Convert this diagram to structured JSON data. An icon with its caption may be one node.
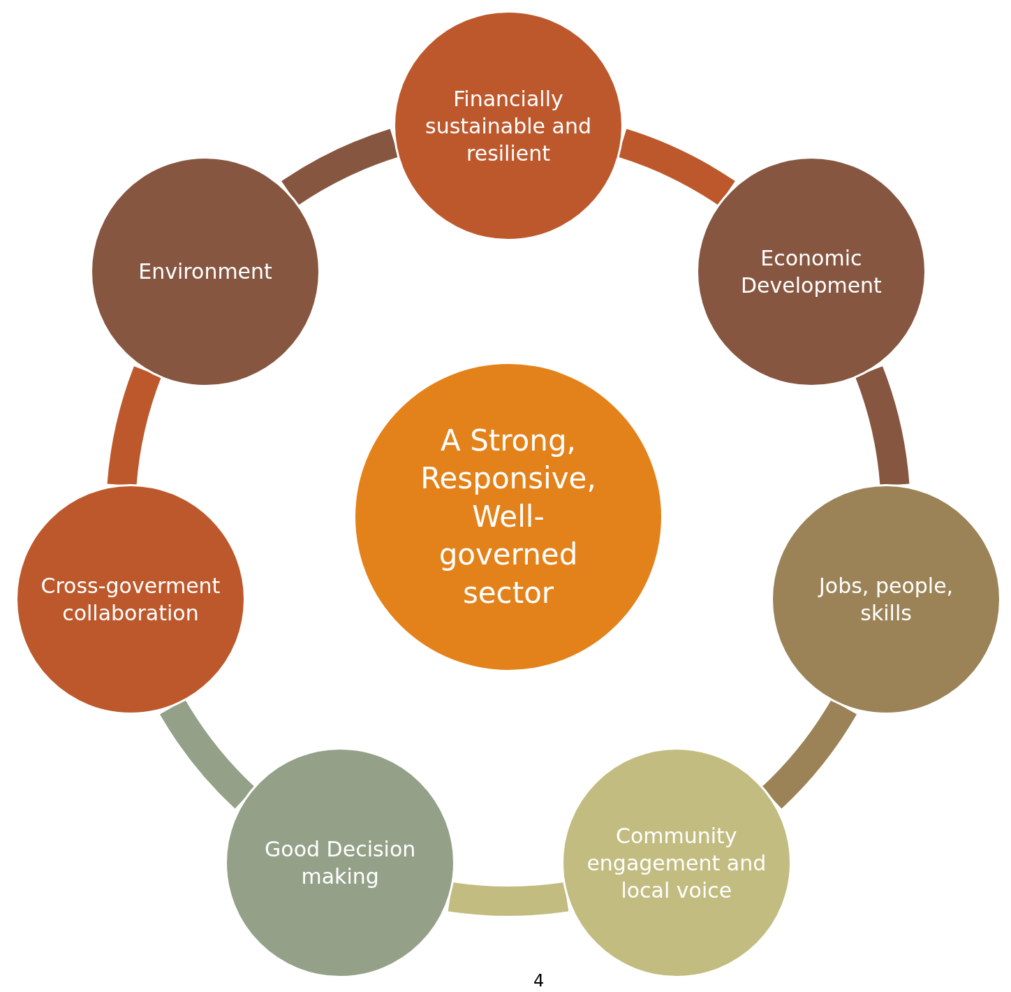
{
  "diagram": {
    "nodes": [
      {
        "text": [
          "Financially sustainable and resilient"
        ]
      },
      {
        "text": [
          "Economic Development"
        ]
      },
      {
        "text": [
          "Jobs, people, skills"
        ]
      },
      {
        "text": [
          "Community engagement and local voice"
        ]
      },
      {
        "text": [
          "Good Decision making"
        ]
      },
      {
        "text": [
          "Cross-goverment collaboration"
        ]
      },
      {
        "text": [
          "Environment"
        ]
      },
      {
        "text": [
          "A Strong, Responsive, Well-governed sector"
        ]
      }
    ],
    "edges": [
      {
        "from": 0,
        "to": 1,
        "arrow": "none",
        "color": "#bd582c"
      },
      {
        "from": 1,
        "to": 2,
        "arrow": "none",
        "color": "#865640"
      },
      {
        "from": 2,
        "to": 3,
        "arrow": "none",
        "color": "#9b8357"
      },
      {
        "from": 3,
        "to": 4,
        "arrow": "none",
        "color": "#c2bc80"
      },
      {
        "from": 4,
        "to": 5,
        "arrow": "none",
        "color": "#94a088"
      },
      {
        "from": 5,
        "to": 6,
        "arrow": "none",
        "color": "#bd582c"
      },
      {
        "from": 6,
        "to": 0,
        "arrow": "none",
        "color": "#865640"
      }
    ],
    "labels": [
      "4"
    ]
  }
}
